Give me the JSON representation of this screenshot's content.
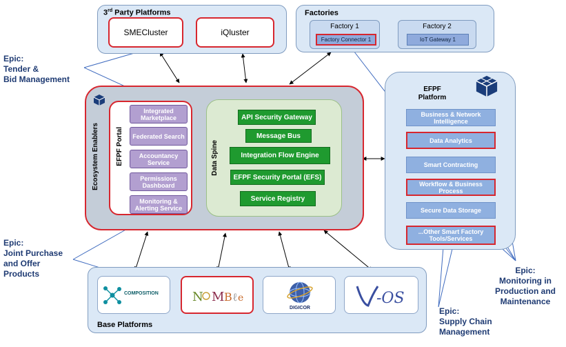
{
  "third_party": {
    "title_main": "3",
    "title_sup": "rd",
    "title_rest": " Party Platforms",
    "items": [
      "SMECluster",
      "iQluster"
    ]
  },
  "factories": {
    "title": "Factories",
    "factory1": {
      "label": "Factory 1",
      "connector": "Factory Connector 1"
    },
    "factory2": {
      "label": "Factory 2",
      "gateway": "IoT Gateway 1"
    }
  },
  "ecosystem": {
    "label": "Ecosystem Enablers",
    "portal_label": "EFPF Portal",
    "portal_items": [
      "Integrated Marketplace",
      "Federated Search",
      "Accountancy Service",
      "Permissions Dashboard",
      "Monitoring & Alerting Service"
    ],
    "spine_label": "Data Spine",
    "spine_items": [
      "API Security Gateway",
      "Message Bus",
      "Integration Flow Engine",
      "EFPF Security Portal (EFS)",
      "Service Registry"
    ]
  },
  "efpf_platform": {
    "title": "EFPF Platform",
    "items": [
      {
        "label": "Business & Network Intelligence",
        "highlighted": false
      },
      {
        "label": "Data Analytics",
        "highlighted": true
      },
      {
        "label": "Smart Contracting",
        "highlighted": false
      },
      {
        "label": "Workflow & Business Process",
        "highlighted": true
      },
      {
        "label": "Secure Data Storage",
        "highlighted": false
      },
      {
        "label": "...Other Smart Factory Tools/Services",
        "highlighted": true
      }
    ]
  },
  "base_platforms": {
    "title": "Base Platforms",
    "logos": [
      {
        "name": "composition-logo",
        "text": "COMPOSITION"
      },
      {
        "name": "nimble-logo",
        "text": "NIMBLE"
      },
      {
        "name": "digicor-logo",
        "text": "DIGICOR"
      },
      {
        "name": "vfos-logo",
        "text": "vf-OS"
      }
    ]
  },
  "epics": {
    "tender": [
      "Epic:",
      "Tender &",
      "Bid Management"
    ],
    "joint": [
      "Epic:",
      "Joint Purchase",
      "and Offer",
      "Products"
    ],
    "monitoring": [
      "Epic:",
      "Monitoring in",
      "Production and",
      "Maintenance"
    ],
    "supply": [
      "Epic:",
      "Supply Chain",
      "Management"
    ]
  },
  "colors": {
    "panel_bg": "#dbe8f6",
    "red_border": "#d7262e",
    "portal_purple": "#b29fd0",
    "spine_green": "#1f9a2f",
    "platform_blue": "#8fb0e0",
    "epic_text": "#1f3b73"
  }
}
